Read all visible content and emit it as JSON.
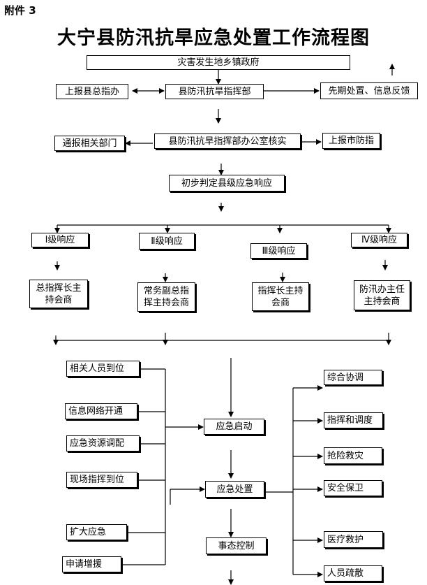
{
  "attachment_label": "附件 3",
  "title": "大宁县防汛抗旱应急处置工作流程图",
  "nodes": {
    "township_gov": "灾害发生地乡镇政府",
    "report_county": "上报县总指办",
    "county_hq": "县防汛抗旱指挥部",
    "early_disposal": "先期处置、信息反馈",
    "notify_depts": "通报相关部门",
    "hq_office_verify": "县防汛抗旱指挥部办公室核实",
    "report_city": "上报市防指",
    "initial_judgment": "初步判定县级应急响应"
  },
  "levels": [
    {
      "label": "Ⅰ级响应",
      "action": "总指挥长主持会商"
    },
    {
      "label": "Ⅱ级响应",
      "action": "常务副总指挥主持会商"
    },
    {
      "label": "Ⅲ级响应",
      "action": "指挥长主持会商"
    },
    {
      "label": "Ⅳ级响应",
      "action": "防汛办主任主持会商"
    }
  ],
  "left_items": [
    "相关人员到位",
    "信息网络开通",
    "应急资源调配",
    "现场指挥到位",
    "扩大应急",
    "申请增援"
  ],
  "center_items": [
    "应急启动",
    "应急处置",
    "事态控制"
  ],
  "right_items": [
    "综合协调",
    "指挥和调度",
    "抢险救灾",
    "安全保卫",
    "医疗救护",
    "人员疏散"
  ]
}
